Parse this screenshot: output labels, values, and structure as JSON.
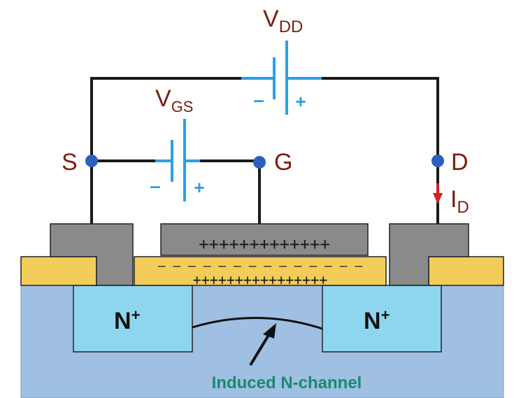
{
  "colors": {
    "substrate": "#9fbfe3",
    "n_region": "#8ed6ef",
    "oxide": "#f3cd5a",
    "metal": "#8a8a8a",
    "wire": "#1a1a1a",
    "battery": "#2aa0e8",
    "node": "#2d5fbf",
    "label": "#7a1f0e",
    "current_arrow": "#d42020",
    "caption": "#1a8a6e"
  },
  "labels": {
    "vdd_main": "V",
    "vdd_sub": "DD",
    "vgs_main": "V",
    "vgs_sub": "GS",
    "source": "S",
    "gate": "G",
    "drain": "D",
    "id_main": "I",
    "id_sub": "D",
    "minus": "–",
    "plus": "+"
  },
  "regions": {
    "n_plus_left_main": "N",
    "n_plus_left_sup": "+",
    "n_plus_right_main": "N",
    "n_plus_right_sup": "+"
  },
  "charges": {
    "gate_row": "+++++++++++++",
    "oxide_minus_row": "– – – – – – – – – – – – – –",
    "oxide_plus_row": "++++++++++++++++"
  },
  "caption": "Induced N-channel"
}
